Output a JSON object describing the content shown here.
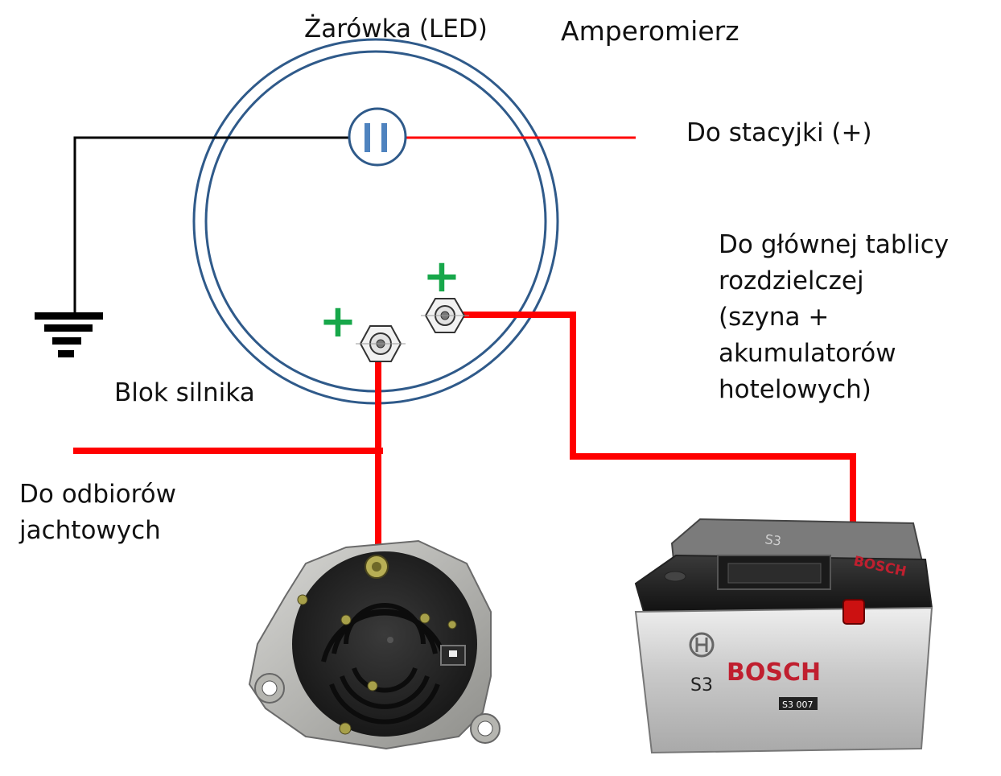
{
  "labels": {
    "bulb": "Żarówka (LED)",
    "ammeter": "Amperomierz",
    "ignition": "Do stacyjki (+)",
    "switchboard": "Do głównej tablicy\nrozdzielczej\n(szyna +\nakumulatorów\nhotelowych)",
    "engine_block": "Blok silnika",
    "consumers": "Do odbiorów\njachtowych"
  },
  "terminal_signs": {
    "left": "+",
    "right": "+"
  },
  "battery": {
    "brand": "BOSCH",
    "model": "S3",
    "code": "S3 007"
  },
  "colors": {
    "wire_positive": "#ff0000",
    "wire_ground": "#000000",
    "ammeter_ring": "#2f5a8a",
    "plus_sign": "#17a74a"
  }
}
